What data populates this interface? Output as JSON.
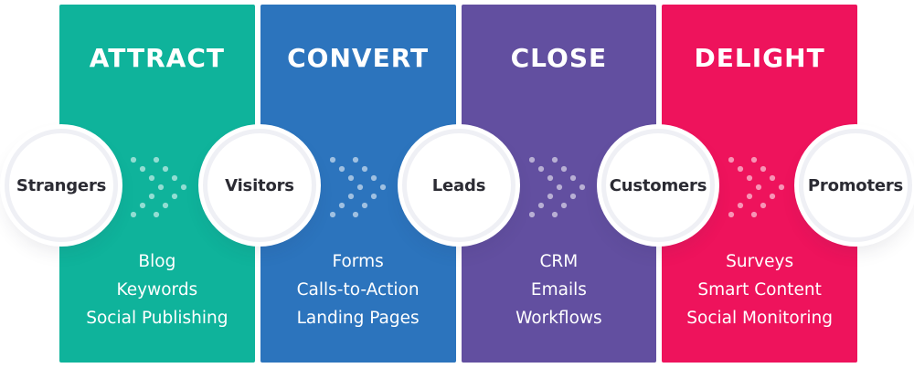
{
  "stages": [
    {
      "title": "ATTRACT",
      "color": "#0FB39B",
      "tools": [
        "Blog",
        "Keywords",
        "Social Publishing"
      ]
    },
    {
      "title": "CONVERT",
      "color": "#2C74BD",
      "tools": [
        "Forms",
        "Calls-to-Action",
        "Landing Pages"
      ]
    },
    {
      "title": "CLOSE",
      "color": "#624FA0",
      "tools": [
        "CRM",
        "Emails",
        "Workflows"
      ]
    },
    {
      "title": "DELIGHT",
      "color": "#EE135C",
      "tools": [
        "Surveys",
        "Smart Content",
        "Social Monitoring"
      ]
    }
  ],
  "personas": [
    {
      "label": "Strangers"
    },
    {
      "label": "Visitors"
    },
    {
      "label": "Leads"
    },
    {
      "label": "Customers"
    },
    {
      "label": "Promoters"
    }
  ],
  "colors": {
    "background": "#FFFFFF",
    "persona_text": "#2B2B33",
    "persona_circle_fill": "#FFFFFF",
    "persona_circle_ring": "#EFF0F5",
    "arrow_dots": "rgba(255,255,255,0.55)"
  }
}
